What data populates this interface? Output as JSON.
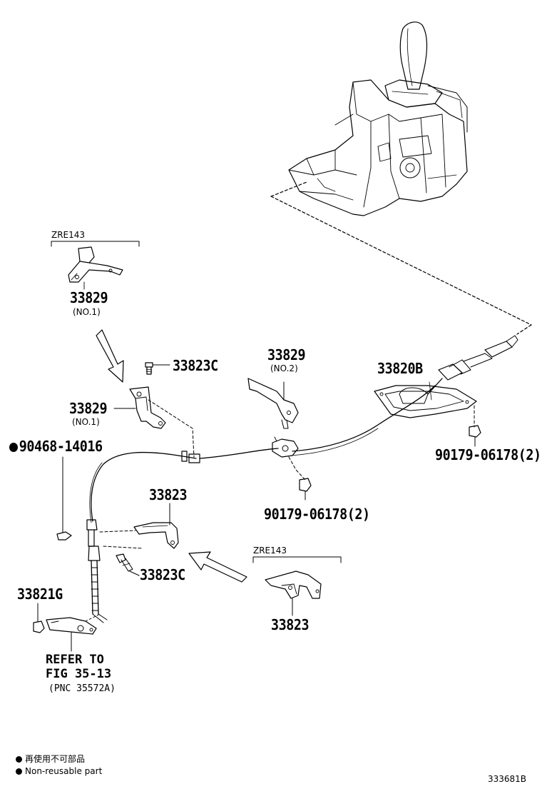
{
  "diagram": {
    "parts": {
      "bracket_top_left": {
        "group": "ZRE143",
        "number": "33829",
        "note": "(NO.1)"
      },
      "bolt_upper": {
        "number": "33823C"
      },
      "bracket_no1": {
        "number": "33829",
        "note": "(NO.1)"
      },
      "clip": {
        "number": "90468-14016"
      },
      "bracket_no2": {
        "number": "33829",
        "note": "(NO.2)"
      },
      "cable_assy": {
        "number": "33820B"
      },
      "nut_right": {
        "number": "90179-06178(2)"
      },
      "nut_center": {
        "number": "90179-06178(2)"
      },
      "bracket_lower": {
        "number": "33823"
      },
      "bolt_lower": {
        "number": "33823C"
      },
      "bracket_zre_lower": {
        "group": "ZRE143",
        "number": "33823"
      },
      "retainer": {
        "number": "33821G"
      }
    },
    "refer": {
      "line1": "REFER TO",
      "line2": "FIG 35-13",
      "line3": "(PNC 35572A)"
    },
    "legend": {
      "line1": "再使用不可部品",
      "line2": "Non-reusable part"
    },
    "figure_id": "333681B"
  }
}
